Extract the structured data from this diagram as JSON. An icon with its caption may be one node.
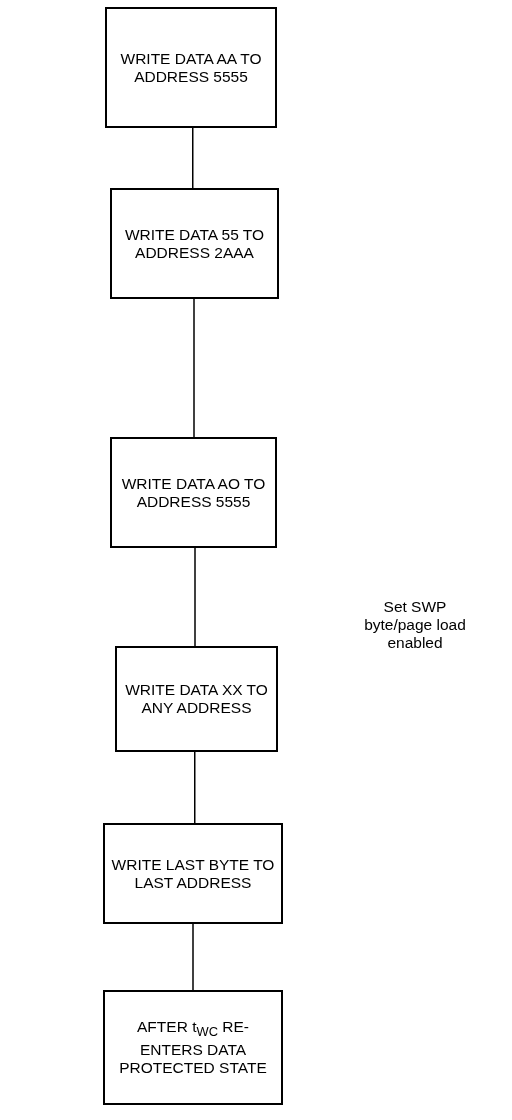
{
  "diagram": {
    "nodes": [
      {
        "text": [
          "WRITE DATA AA TO ADDRESS 5555"
        ]
      },
      {
        "text": [
          "WRITE DATA 55 TO ADDRESS 2AAA"
        ]
      },
      {
        "text": [
          "WRITE DATA AO TO ADDRESS 5555"
        ]
      },
      {
        "text": [
          "WRITE DATA XX TO ANY ADDRESS"
        ]
      },
      {
        "text": [
          "WRITE LAST BYTE TO LAST ADDRESS"
        ]
      },
      {
        "text": [
          "AFTER t$_{WC}$ RE-ENTERS DATA PROTECTED STATE"
        ]
      }
    ],
    "edges": [
      {
        "from": 0,
        "to": 1,
        "arrow": "none"
      },
      {
        "from": 1,
        "to": 2,
        "arrow": "none"
      },
      {
        "from": 2,
        "to": 3,
        "arrow": "none"
      },
      {
        "from": 3,
        "to": 4,
        "arrow": "none"
      },
      {
        "from": 4,
        "to": 5,
        "arrow": "none"
      }
    ],
    "labels": [
      "Set SWP byte/page load enabled"
    ]
  }
}
